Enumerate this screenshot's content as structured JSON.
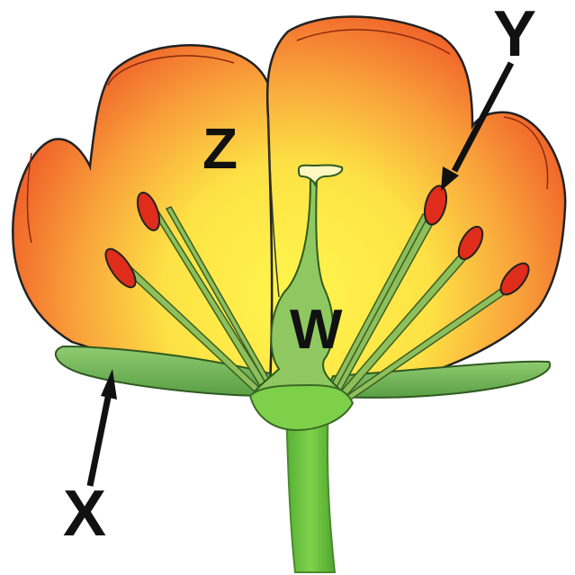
{
  "labels": {
    "w": "W",
    "x": "X",
    "y": "Y",
    "z": "Z"
  },
  "colors": {
    "petal_edge": "#f0642a",
    "petal_mid": "#f9a13b",
    "petal_center": "#fff24a",
    "sepal": "#6fb05a",
    "sepal_light": "#8fcb70",
    "pistil": "#8fc860",
    "stem": "#5fb83b",
    "filament": "#8dbf5a",
    "anther": "#e02c1a",
    "outline": "#111111"
  }
}
